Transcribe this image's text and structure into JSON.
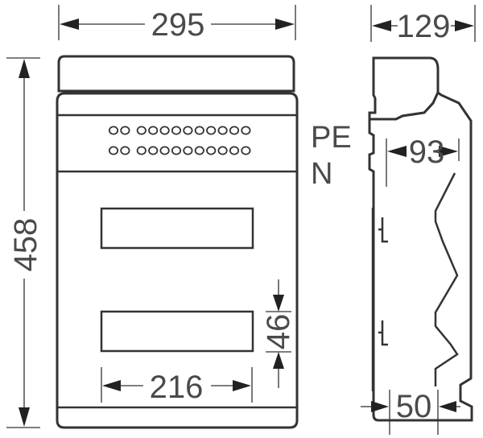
{
  "dimensions": {
    "width_front": "295",
    "depth_side": "129",
    "height": "458",
    "inner_depth": "93",
    "cutout_height": "46",
    "cutout_width": "216",
    "mount_depth": "50"
  },
  "terminal_labels": {
    "pe": "PE",
    "n": "N"
  },
  "terminal_holes": {
    "top_row_count": 12,
    "bottom_row_count": 12
  }
}
